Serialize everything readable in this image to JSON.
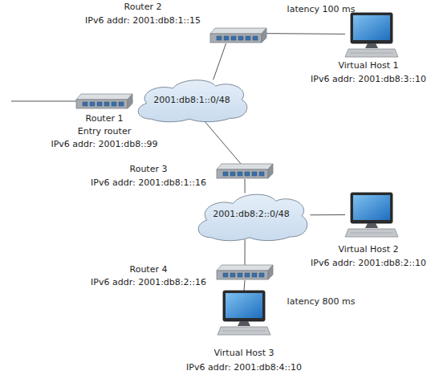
{
  "diagram": {
    "nodes": [
      {
        "text": [
          "Router 2",
          "IPv6 addr: 2001:db8:1::15"
        ]
      },
      {
        "text": [
          "Virtual Host 1",
          "IPv6 addr: 2001:db8:3::10"
        ]
      },
      {
        "text": [
          "Router 1",
          "Entry router",
          "IPv6 addr: 2001:db8::99"
        ]
      },
      {
        "text": [
          "2001:db8:1::0/48"
        ]
      },
      {
        "text": [
          "Router 3",
          "IPv6 addr: 2001:db8:1::16"
        ]
      },
      {
        "text": [
          "2001:db8:2::0/48"
        ]
      },
      {
        "text": [
          "Virtual Host 2",
          "IPv6 addr: 2001:db8:2::10"
        ]
      },
      {
        "text": [
          "Router 4",
          "IPv6 addr: 2001:db8:2::16"
        ]
      },
      {
        "text": [
          "Virtual Host 3",
          "IPv6 addr: 2001:db8:4::10"
        ]
      }
    ],
    "edges": [
      {
        "from": 0,
        "to": 3,
        "arrow": "none"
      },
      {
        "from": 0,
        "to": 1,
        "arrow": "none"
      },
      {
        "from": 2,
        "to": 3,
        "arrow": "none"
      },
      {
        "from": 3,
        "to": 4,
        "arrow": "none"
      },
      {
        "from": 4,
        "to": 5,
        "arrow": "none"
      },
      {
        "from": 5,
        "to": 6,
        "arrow": "none"
      },
      {
        "from": 5,
        "to": 7,
        "arrow": "none"
      },
      {
        "from": 7,
        "to": 8,
        "arrow": "none"
      }
    ],
    "labels": [
      "latency 100 ms",
      "latency 800 ms"
    ]
  }
}
